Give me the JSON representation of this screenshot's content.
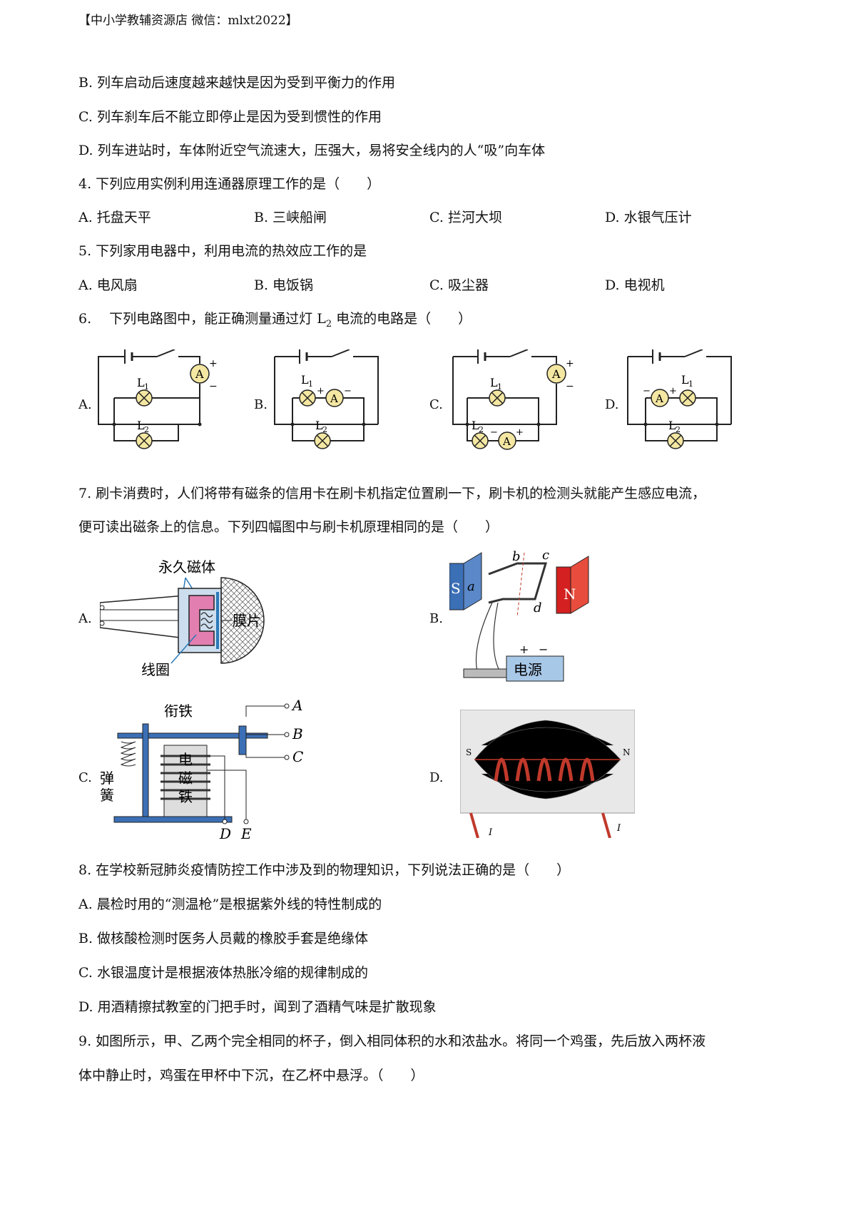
{
  "header": "【中小学教辅资源店 微信：mlxt2022】",
  "q3_options": [
    "B.  列车启动后速度越来越快是因为受到平衡力的作用",
    "C.  列车刹车后不能立即停止是因为受到惯性的作用",
    "D.  列车进站时，车体附近空气流速大，压强大，易将安全线内的人“吸”向车体"
  ],
  "q4": {
    "stem": "4. 下列应用实例利用连通器原理工作的是（　　）",
    "options": [
      "A.  托盘天平",
      "B.  三峡船闸",
      "C.  拦河大坝",
      "D.  水银气压计"
    ]
  },
  "q5": {
    "stem": "5. 下列家用电器中，利用电流的热效应工作的是",
    "options": [
      "A.  电风扇",
      "B.  电饭锅",
      "C.  吸尘器",
      "D.  电视机"
    ]
  },
  "q6": {
    "stem_pre": "6.　 下列电路图中，能正确测量通过灯 L",
    "stem_sub": "2",
    "stem_post": " 电流的电路是（　　）",
    "option_labels": [
      "A.",
      "B.",
      "C.",
      "D."
    ],
    "lamp1": "L",
    "lamp1_sub": "1",
    "lamp2": "L",
    "lamp2_sub": "2",
    "ammeter": "A",
    "plus": "+",
    "minus": "−"
  },
  "q7": {
    "stem_line1": "7. 刷卡消费时，人们将带有磁条的信用卡在刷卡机指定位置刷一下，刷卡机的检测头就能产生感应电流，",
    "stem_line2": "便可读出磁条上的信息。下列四幅图中与刷卡机原理相同的是（　　）",
    "option_labels": [
      "A.",
      "B.",
      "C.",
      "D."
    ],
    "figA": {
      "magnet": "永久磁体",
      "membrane": "膜片",
      "coil": "线圈"
    },
    "figB": {
      "s": "S",
      "n": "N",
      "a": "a",
      "b": "b",
      "c": "c",
      "d": "d",
      "plus": "+",
      "minus": "−",
      "source": "电源"
    },
    "figC": {
      "armature": "衔铁",
      "spring_1": "弹",
      "spring_2": "簧",
      "em_1": "电",
      "em_2": "磁",
      "em_3": "铁",
      "A": "A",
      "B": "B",
      "C": "C",
      "D": "D",
      "E": "E"
    },
    "figD": {
      "s": "S",
      "n": "N",
      "i": "I"
    }
  },
  "q8": {
    "stem": "8. 在学校新冠肺炎疫情防控工作中涉及到的物理知识，下列说法正确的是（　　）",
    "options": [
      "A. 晨检时用的“测温枪”是根据紫外线的特性制成的",
      "B. 做核酸检测时医务人员戴的橡胶手套是绝缘体",
      "C. 水银温度计是根据液体热胀冷缩的规律制成的",
      "D. 用酒精擦拭教室的门把手时，闻到了酒精气味是扩散现象"
    ]
  },
  "q9": {
    "line1": "9. 如图所示，甲、乙两个完全相同的杯子，倒入相同体积的水和浓盐水。将同一个鸡蛋，先后放入两杯液",
    "line2": "体中静止时，鸡蛋在甲杯中下沉，在乙杯中悬浮。（　　）"
  },
  "colors": {
    "blue_magnet": "#3b6fb6",
    "red_magnet": "#d42020",
    "pink": "#e27fb0",
    "wire_red": "#c0392b"
  }
}
